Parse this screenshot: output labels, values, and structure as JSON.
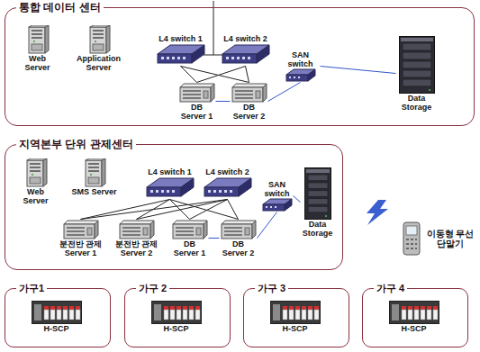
{
  "diagram": {
    "nodes": [
      {
        "text": [
          "통합 데이터 센터"
        ]
      },
      {
        "text": [
          "Web Server"
        ],
        "in": 0
      },
      {
        "text": [
          "Application Server"
        ],
        "in": 0
      },
      {
        "text": [
          "L4 switch 1"
        ],
        "in": 0
      },
      {
        "text": [
          "L4 switch 2"
        ],
        "in": 0
      },
      {
        "text": [
          "SAN switch"
        ],
        "in": 0
      },
      {
        "text": [
          "DB Server 1"
        ],
        "in": 0
      },
      {
        "text": [
          "DB Server 2"
        ],
        "in": 0
      },
      {
        "text": [
          "Data Storage"
        ],
        "in": 0
      },
      {
        "text": [
          "지역본부 단위 관제센터"
        ]
      },
      {
        "text": [
          "Web Server"
        ],
        "in": 9
      },
      {
        "text": [
          "SMS Server"
        ],
        "in": 9
      },
      {
        "text": [
          "L4 switch 1"
        ],
        "in": 9
      },
      {
        "text": [
          "L4 switch 2"
        ],
        "in": 9
      },
      {
        "text": [
          "SAN switch"
        ],
        "in": 9
      },
      {
        "text": [
          "분전반 관제 Server 1"
        ],
        "in": 9
      },
      {
        "text": [
          "분전반 관제 Server 2"
        ],
        "in": 9
      },
      {
        "text": [
          "DB Server 1"
        ],
        "in": 9
      },
      {
        "text": [
          "DB Server 2"
        ],
        "in": 9
      },
      {
        "text": [
          "Data Storage"
        ],
        "in": 9
      },
      {
        "text": [
          "이동형 무선 단말기"
        ]
      },
      {
        "text": [
          "가구1"
        ]
      },
      {
        "text": [
          "H-SCP"
        ],
        "in": 21
      },
      {
        "text": [
          "가구 2"
        ]
      },
      {
        "text": [
          "H-SCP"
        ],
        "in": 23
      },
      {
        "text": [
          "가구 3"
        ]
      },
      {
        "text": [
          "H-SCP"
        ],
        "in": 25
      },
      {
        "text": [
          "가구 4"
        ]
      },
      {
        "text": [
          "H-SCP"
        ],
        "in": 27
      }
    ],
    "edges": [
      {
        "from": 3,
        "to": 6,
        "arrow": "none"
      },
      {
        "from": 3,
        "to": 7,
        "arrow": "none"
      },
      {
        "from": 4,
        "to": 6,
        "arrow": "none"
      },
      {
        "from": 4,
        "to": 7,
        "arrow": "none"
      },
      {
        "from": 6,
        "to": 7,
        "arrow": "none"
      },
      {
        "from": 7,
        "to": 5,
        "arrow": "none"
      },
      {
        "from": 5,
        "to": 8,
        "arrow": "none"
      },
      {
        "from": 12,
        "to": 15,
        "arrow": "none"
      },
      {
        "from": 12,
        "to": 16,
        "arrow": "none"
      },
      {
        "from": 12,
        "to": 17,
        "arrow": "none"
      },
      {
        "from": 12,
        "to": 18,
        "arrow": "none"
      },
      {
        "from": 13,
        "to": 15,
        "arrow": "none"
      },
      {
        "from": 13,
        "to": 16,
        "arrow": "none"
      },
      {
        "from": 13,
        "to": 17,
        "arrow": "none"
      },
      {
        "from": 13,
        "to": 18,
        "arrow": "none"
      },
      {
        "from": 17,
        "to": 18,
        "arrow": "none"
      },
      {
        "from": 18,
        "to": 14,
        "arrow": "none"
      },
      {
        "from": 14,
        "to": 19,
        "arrow": "none"
      }
    ]
  }
}
